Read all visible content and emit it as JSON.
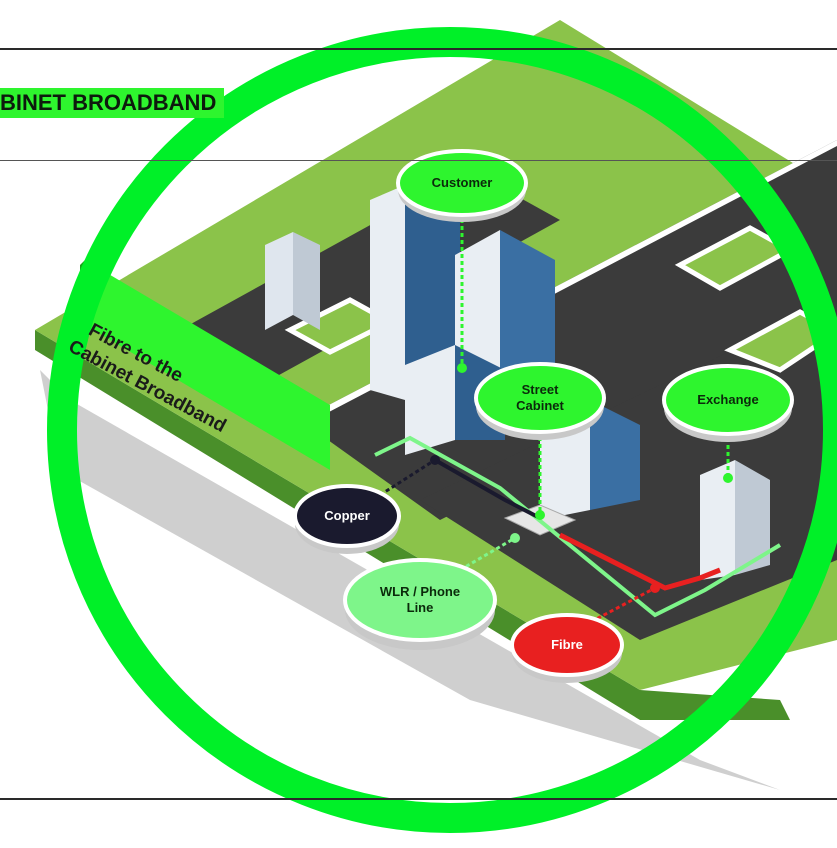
{
  "heading": "BINET BROADBAND",
  "sign": {
    "line1": "Fibre to the",
    "line2": "Cabinet Broadband"
  },
  "labels": {
    "customer": "Customer",
    "street_cabinet_1": "Street",
    "street_cabinet_2": "Cabinet",
    "exchange": "Exchange",
    "copper": "Copper",
    "wlr_1": "WLR / Phone",
    "wlr_2": "Line",
    "fibre": "Fibre"
  },
  "colors": {
    "accent_green": "#2ef52e",
    "grass": "#8bc34a",
    "road": "#3b3b3b",
    "copper": "#1a1a2e",
    "fibre": "#e82020",
    "phone_line": "#7ef58a"
  }
}
